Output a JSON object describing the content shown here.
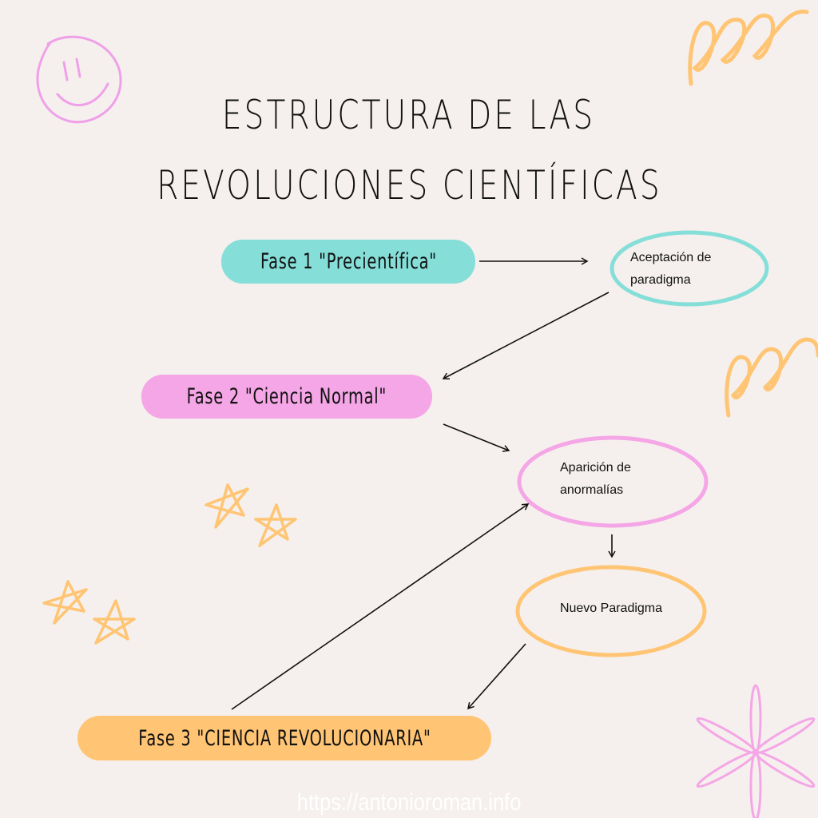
{
  "title": {
    "line1": "ESTRUCTURA DE LAS",
    "line2": "REVOLUCIONES CIENTÍFICAS"
  },
  "phases": {
    "fase1": "Fase 1 \"Precientífica\"",
    "fase2": "Fase 2 \"Ciencia Normal\"",
    "fase3": "Fase 3 \"CIENCIA REVOLUCIONARIA\""
  },
  "nodes": {
    "aceptacion": {
      "line1": "Aceptación de",
      "line2": "paradigma"
    },
    "aparicion": {
      "line1": "Aparición de",
      "line2": "anormalías"
    },
    "nuevo": "Nuevo Paradigma"
  },
  "watermark": "https://antonioroman.info",
  "colors": {
    "background": "#f5f0ed",
    "teal": "#86ded9",
    "pink": "#f5a6e6",
    "orange": "#ffc574"
  }
}
